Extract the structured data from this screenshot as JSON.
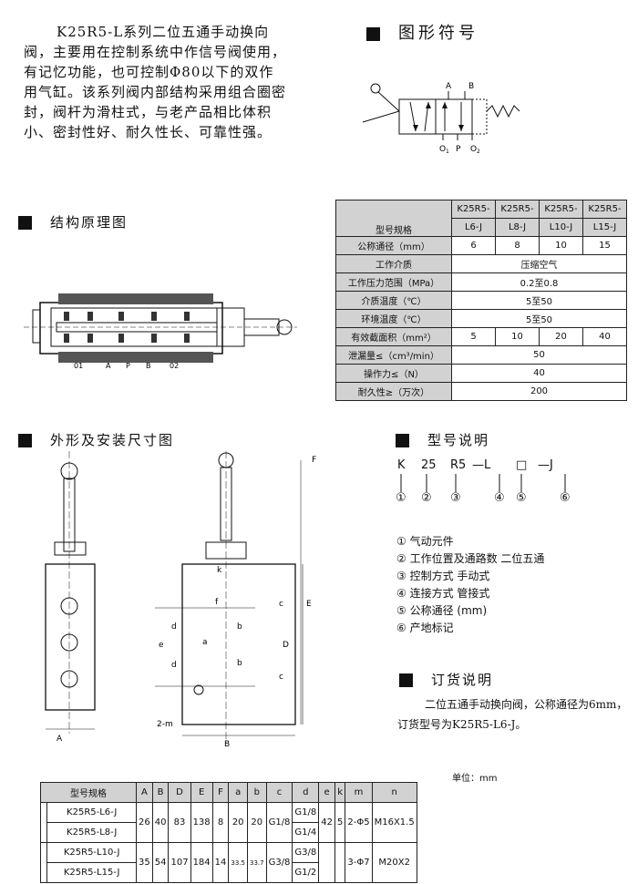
{
  "intro": "K25R5-L系列二位五通手动换向阀，主要用在控制系统中作信号阀使用，有记忆功能，也可控制Φ80以下的双作用气缸。该系列阀内部结构采用组合圈密封，阀杆为滑柱式，与老产品相比体积小、密封性好、耐久性长、可靠性强。",
  "sections": {
    "symbol": "图形符号",
    "structure": "结构原理图",
    "dimensions": "外形及安装尺寸图",
    "model": "型号说明",
    "order": "订货说明"
  },
  "symbol_labels": {
    "a": "A",
    "b": "B",
    "o1": "O",
    "o1_sub": "1",
    "p": "P",
    "o2": "O",
    "o2_sub": "2"
  },
  "structure_labels": [
    "01",
    "A",
    "P",
    "B",
    "02"
  ],
  "dim_labels": {
    "a": "A",
    "b": "B",
    "c": "c",
    "d": "d",
    "e": "e",
    "f": "f",
    "k": "k",
    "n": "2-m",
    "E": "E",
    "D": "D",
    "F": "F",
    "b2": "b",
    "a2": "a",
    "D2": "D"
  },
  "spec": {
    "header_label": "型号规格",
    "models": [
      "K25R5-L6-J",
      "K25R5-L8-J",
      "K25R5-L10-J",
      "K25R5-L15-J"
    ],
    "rows": [
      {
        "label": "公称通径（mm）",
        "values": [
          "6",
          "8",
          "10",
          "15"
        ]
      },
      {
        "label": "工作介质",
        "merged": "压缩空气"
      },
      {
        "label": "工作压力范围（MPa）",
        "merged": "0.2至0.8"
      },
      {
        "label": "介质温度（℃）",
        "merged": "5至50"
      },
      {
        "label": "环境温度（℃）",
        "merged": "5至50"
      },
      {
        "label": "有效截面积（mm²）",
        "values": [
          "5",
          "10",
          "20",
          "40"
        ]
      },
      {
        "label": "泄漏量≤（cm³/min）",
        "merged": "50"
      },
      {
        "label": "操作力≤（N）",
        "merged": "40"
      },
      {
        "label": "耐久性≥（万次）",
        "merged": "200"
      }
    ]
  },
  "model_code": {
    "parts": [
      "K",
      "25",
      "R5",
      "—L",
      "□",
      "—J"
    ],
    "nums": [
      "①",
      "②",
      "③",
      "④",
      "⑤",
      "⑥"
    ],
    "legend": [
      {
        "n": "①",
        "text": "气动元件"
      },
      {
        "n": "②",
        "text": "工作位置及通路数    二位五通"
      },
      {
        "n": "③",
        "text": "控制方式   手动式"
      },
      {
        "n": "④",
        "text": "连接方式   管接式"
      },
      {
        "n": "⑤",
        "text": "公称通径    (mm)"
      },
      {
        "n": "⑥",
        "text": "产地标记"
      }
    ]
  },
  "order_text": "二位五通手动换向阀，公称通径为6mm，订货型号为K25R5-L6-J。",
  "unit_label": "单位：mm",
  "order_table": {
    "headers": [
      "型号规格",
      "A",
      "B",
      "D",
      "E",
      "F",
      "a",
      "b",
      "c",
      "d",
      "e",
      "k",
      "m",
      "n"
    ],
    "group1": {
      "models": [
        "K25R5-L6-J",
        "K25R5-L8-J"
      ],
      "A": "26",
      "B": "40",
      "D": "83",
      "E": "138",
      "F": "8",
      "a": "20",
      "b": "20",
      "c": "G1/8",
      "d": [
        "G1/8",
        "G1/4"
      ],
      "e": "42",
      "k": "5",
      "m": "2-Φ5",
      "n": "M16X1.5"
    },
    "group2": {
      "models": [
        "K25R5-L10-J",
        "K25R5-L15-J"
      ],
      "A": "35",
      "B": "54",
      "D": "107",
      "E": "184",
      "F": "14",
      "a": "33.5",
      "b": "33.7",
      "c": "G3/8",
      "d": [
        "G3/8",
        "G1/2"
      ],
      "e": "",
      "k": "",
      "m": "3-Φ7",
      "n": "M20X2"
    }
  }
}
